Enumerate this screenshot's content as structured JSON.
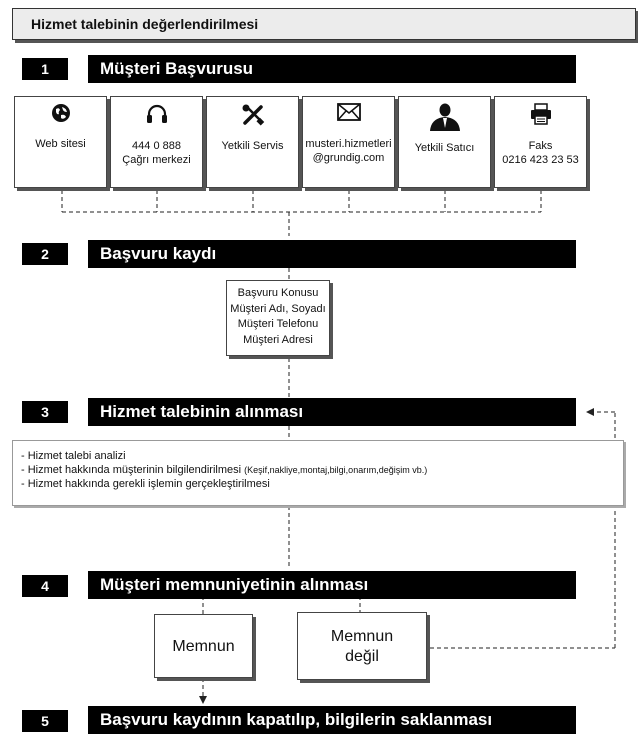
{
  "title": "Hizmet talebinin değerlendirilmesi",
  "steps": [
    {
      "num": "1",
      "label": "Müşteri Başvurusu"
    },
    {
      "num": "2",
      "label": "Başvuru kaydı"
    },
    {
      "num": "3",
      "label": "Hizmet talebinin alınması"
    },
    {
      "num": "4",
      "label": "Müşteri memnuniyetinin alınması"
    },
    {
      "num": "5",
      "label": "Başvuru kaydının kapatılıp, bilgilerin saklanması"
    }
  ],
  "channels": [
    {
      "icon": "globe-icon",
      "line1": "Web sitesi",
      "line2": ""
    },
    {
      "icon": "headset-icon",
      "line1": "444 0 888",
      "line2": "Çağrı merkezi"
    },
    {
      "icon": "tools-icon",
      "line1": "Yetkili Servis",
      "line2": ""
    },
    {
      "icon": "envelope-icon",
      "line1": "musteri.hizmetleri",
      "line2": "@grundig.com"
    },
    {
      "icon": "person-icon",
      "line1": "Yetkili Satıcı",
      "line2": ""
    },
    {
      "icon": "fax-icon",
      "line1": "Faks",
      "line2": "0216 423 23 53"
    }
  ],
  "record_fields": [
    "Başvuru Konusu",
    "Müşteri Adı, Soyadı",
    "Müşteri Telefonu",
    "Müşteri Adresi"
  ],
  "service_items": [
    {
      "text": "- Hizmet talebi analizi",
      "note": ""
    },
    {
      "text": "- Hizmet hakkında müşterinin bilgilendirilmesi ",
      "note": "(Keşif,nakliye,montaj,bilgi,onarım,değişim vb.)"
    },
    {
      "text": "- Hizmet hakkında gerekli işlemin gerçekleştirilmesi",
      "note": ""
    }
  ],
  "results": {
    "satisfied": "Memnun",
    "not_satisfied_1": "Memnun",
    "not_satisfied_2": "değil"
  }
}
